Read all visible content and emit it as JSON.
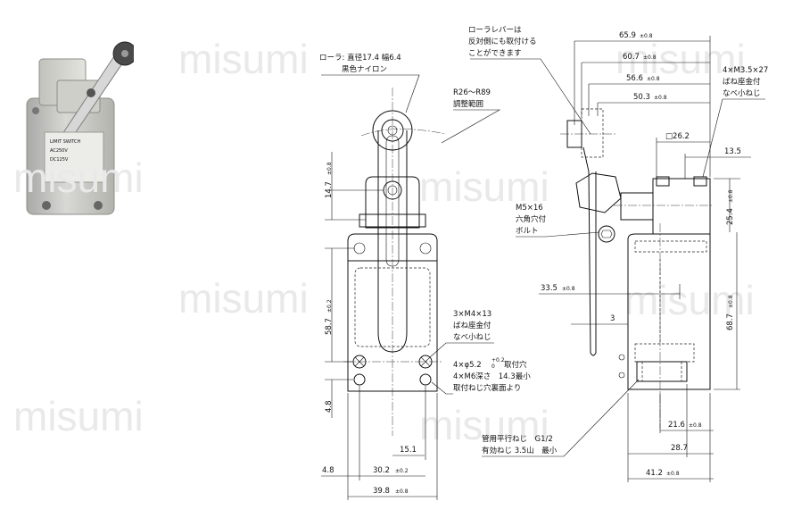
{
  "watermark": "misumi",
  "photo": {
    "label_lines": [
      "LIMIT SWITCH",
      "AC250V",
      "DC125V"
    ]
  },
  "notes": {
    "roller_line1": "ローラ: 直径17.4  幅6.4",
    "roller_line2": "黒色ナイロン",
    "radius_line1": "R26～R89",
    "radius_line2": "調整範囲",
    "lever_line1": "ローラレバーは",
    "lever_line2": "反対側にも取付ける",
    "lever_line3": "ことができます",
    "screw_top_line1": "4×M3.5×27",
    "screw_top_line2": "ばね座金付",
    "screw_top_line3": "なべ小ねじ",
    "bolt_line1": "M5×16",
    "bolt_line2": "六角穴付",
    "bolt_line3": "ボルト",
    "screw_mid_line1": "3×M4×13",
    "screw_mid_line2": "ばね座金付",
    "screw_mid_line3": "なべ小ねじ",
    "hole_line1a": "4×φ5.2",
    "hole_tol_plus": "+0.2",
    "hole_tol_minus": "0",
    "hole_line1b": "取付穴",
    "hole_line2": "4×M6深さ　14.3最小",
    "hole_line3": "取付ねじ穴裏面より",
    "pipe_line1": "管用平行ねじ　G1/2",
    "pipe_line2": "有効ねじ 3.5山　最小"
  },
  "dims": {
    "d65_9": "65.9",
    "d60_7": "60.7",
    "d56_6": "56.6",
    "d50_3": "50.3",
    "d26_2": "□26.2",
    "d13_5": "13.5",
    "d25_4": "25.4",
    "d68_7": "68.7",
    "d33_5": "33.5",
    "d3": "3",
    "d14_7": "14.7",
    "d58_7": "58.7",
    "d4_8v": "4.8",
    "d15_1": "15.1",
    "d4_8h": "4.8",
    "d30_2": "30.2",
    "d39_8": "39.8",
    "d21_6": "21.6",
    "d28_7": "28.7",
    "d41_2": "41.2",
    "tol_08": "±0.8",
    "tol_02": "±0.2"
  }
}
